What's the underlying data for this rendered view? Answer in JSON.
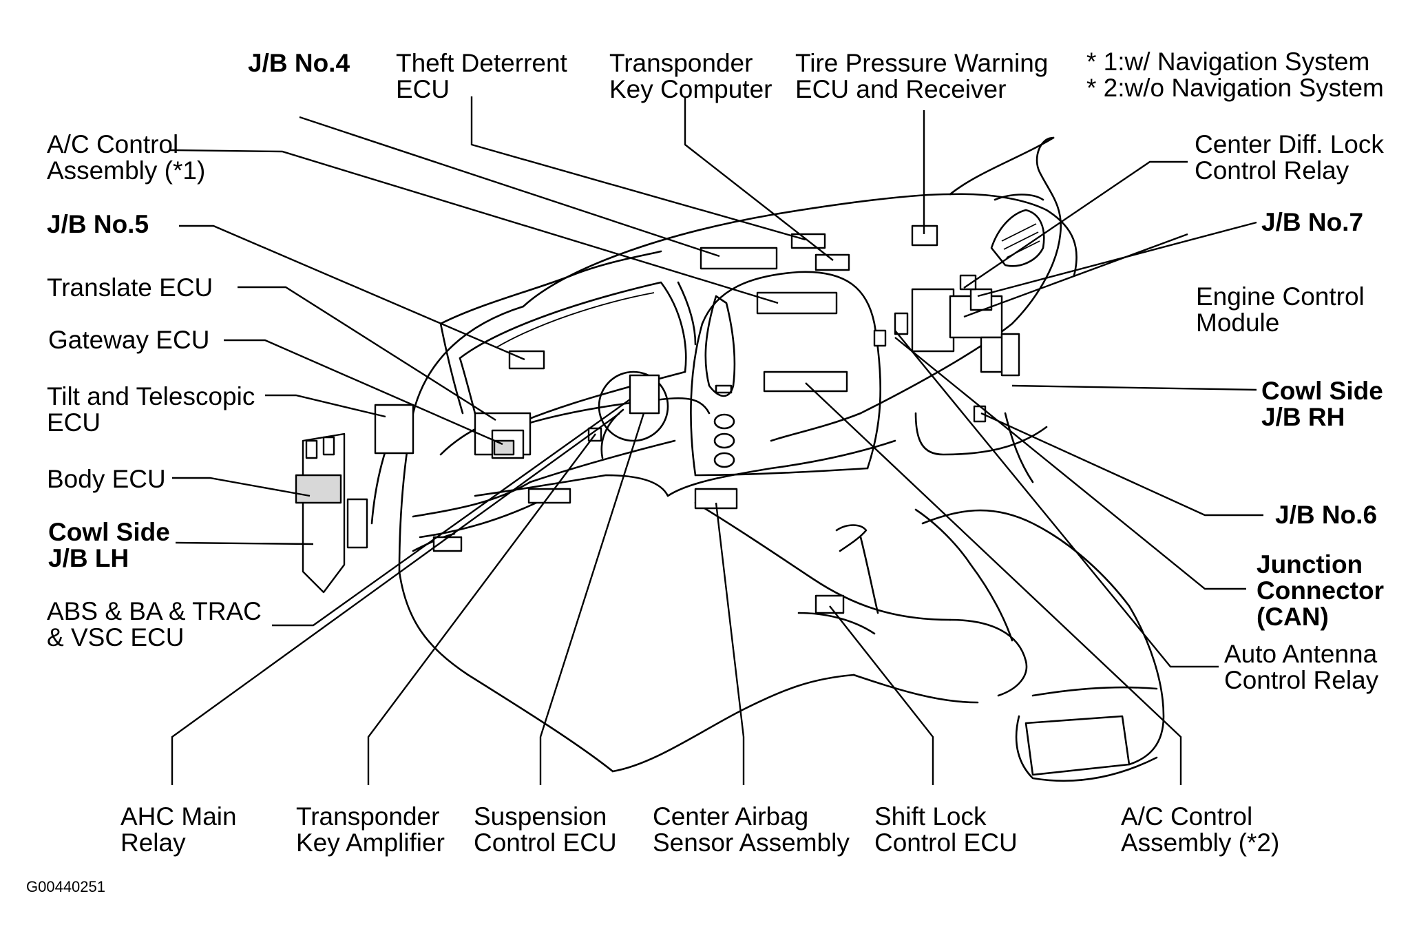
{
  "code": "G00440251",
  "labels": {
    "jb4": "J/B No.4",
    "theft_1": "Theft Deterrent",
    "theft_2": "ECU",
    "tkc_1": "Transponder",
    "tkc_2": "Key Computer",
    "tpw_1": "Tire Pressure Warning",
    "tpw_2": "ECU and Receiver",
    "note_1": "* 1:w/ Navigation System",
    "note_2": "* 2:w/o Navigation System",
    "ac1_1": "A/C Control",
    "ac1_2": "Assembly (*1)",
    "jb5": "J/B No.5",
    "translate": "Translate ECU",
    "gateway": "Gateway ECU",
    "tilt_1": "Tilt and Telescopic",
    "tilt_2": "ECU",
    "body": "Body ECU",
    "cslh_1": "Cowl Side",
    "cslh_2": "J/B LH",
    "abs_1": "ABS & BA & TRAC",
    "abs_2": "& VSC ECU",
    "cdl_1": "Center Diff. Lock",
    "cdl_2": "Control Relay",
    "jb7": "J/B No.7",
    "ecm_1": "Engine Control",
    "ecm_2": "Module",
    "csrh_1": "Cowl Side",
    "csrh_2": "J/B RH",
    "jb6": "J/B No.6",
    "jc_1": "Junction",
    "jc_2": "Connector",
    "jc_3": "(CAN)",
    "aac_1": "Auto Antenna",
    "aac_2": "Control Relay",
    "ahc_1": "AHC Main",
    "ahc_2": "Relay",
    "tka_1": "Transponder",
    "tka_2": "Key Amplifier",
    "susp_1": "Suspension",
    "susp_2": "Control ECU",
    "airbag_1": "Center Airbag",
    "airbag_2": "Sensor Assembly",
    "shift_1": "Shift Lock",
    "shift_2": "Control ECU",
    "ac2_1": "A/C Control",
    "ac2_2": "Assembly (*2)"
  }
}
